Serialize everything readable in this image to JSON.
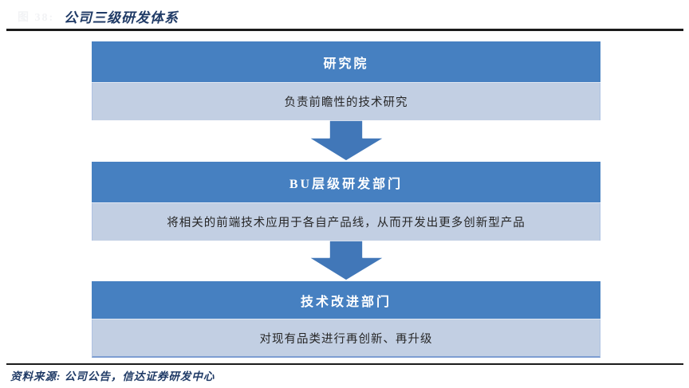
{
  "figure": {
    "faint_number_label": "图 38:",
    "title": "公司三级研发体系"
  },
  "diagram": {
    "stages": [
      {
        "header": "研究院",
        "body": "负责前瞻性的技术研究"
      },
      {
        "header": "BU层级研发部门",
        "body": "将相关的前端技术应用于各自产品线，从而开发出更多创新型产品"
      },
      {
        "header": "技术改进部门",
        "body": "对现有品类进行再创新、再升级"
      }
    ],
    "connector": "block-arrow-down"
  },
  "footer": {
    "source": "资料来源: 公司公告，信达证券研发中心"
  },
  "colors": {
    "header_blue": "#4680c1",
    "body_light_blue": "#c2cfe3",
    "arrow_blue": "#4177b8",
    "title_navy": "#1f3a66",
    "rule_black": "#1b1b1b"
  }
}
